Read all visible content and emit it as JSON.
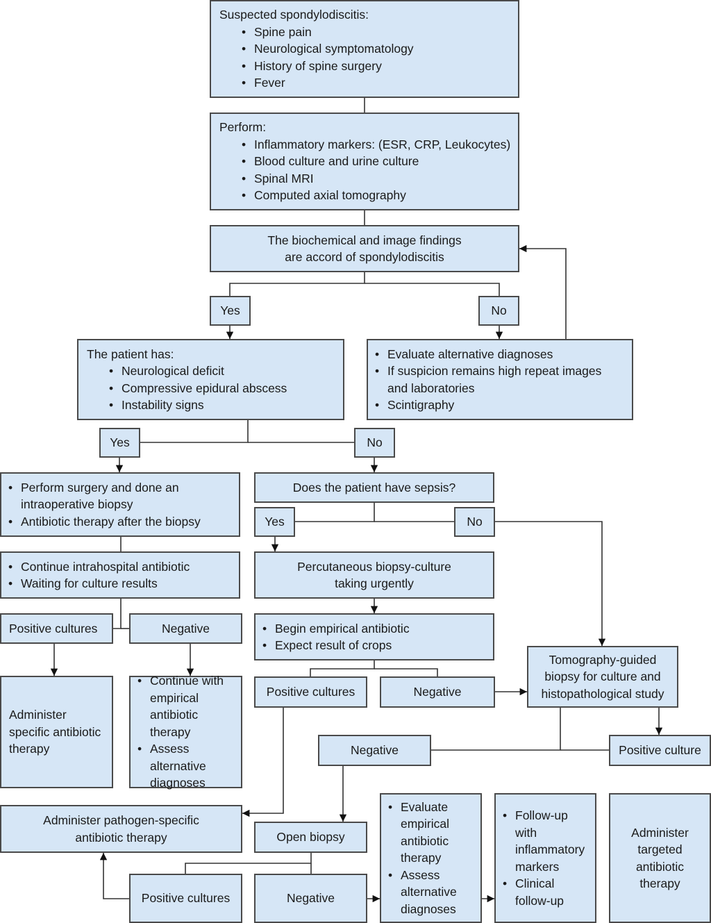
{
  "colors": {
    "box_fill": "#d6e6f6",
    "box_border": "#4a4a4a",
    "line": "#333333"
  },
  "nodes": {
    "suspected": {
      "title": "Suspected spondylodiscitis:",
      "items": [
        "Spine pain",
        "Neurological symptomatology",
        "History of spine surgery",
        "Fever"
      ]
    },
    "perform": {
      "title": "Perform:",
      "items": [
        "Inflammatory markers: (ESR, CRP, Leukocytes)",
        "Blood culture and urine culture",
        "Spinal MRI",
        "Computed axial tomography"
      ]
    },
    "findings": {
      "lines": [
        "The biochemical and image findings",
        "are accord of spondylodiscitis"
      ]
    },
    "yes1": "Yes",
    "no1": "No",
    "patient_has": {
      "title": "The patient has:",
      "items": [
        "Neurological deficit",
        "Compressive epidural abscess",
        "Instability signs"
      ]
    },
    "alt_diag": {
      "items": [
        "Evaluate alternative diagnoses",
        "If suspicion remains high repeat images and laboratories",
        "Scintigraphy"
      ]
    },
    "yes2": "Yes",
    "no2": "No",
    "surgery": {
      "items": [
        "Perform surgery and done an intraoperative biopsy",
        "Antibiotic therapy after the biopsy"
      ]
    },
    "sepsis_q": "Does the patient have sepsis?",
    "yes3": "Yes",
    "no3": "No",
    "continue_intra": {
      "items": [
        "Continue intrahospital antibiotic",
        "Waiting for culture results"
      ]
    },
    "percutaneous": {
      "lines": [
        "Percutaneous biopsy-culture",
        "taking urgently"
      ]
    },
    "pos_cultures_1": "Positive cultures",
    "neg_1": "Negative",
    "empirical": {
      "items": [
        "Begin empirical antibiotic",
        "Expect result of crops"
      ]
    },
    "specific_abx": {
      "text": "Administer specific antibiotic therapy"
    },
    "continue_empirical": {
      "items": [
        "Continue with empirical antibiotic therapy",
        "Assess alternative diagnoses"
      ]
    },
    "pos_cultures_2": "Positive cultures",
    "neg_2": "Negative",
    "tomography": {
      "lines": [
        "Tomography-guided",
        "biopsy for culture and",
        "histopathological study"
      ]
    },
    "neg_3": "Negative",
    "pos_culture_3": "Positive culture",
    "pathogen_abx": {
      "lines": [
        "Administer pathogen-specific",
        "antibiotic therapy"
      ]
    },
    "open_biopsy": "Open biopsy",
    "eval_empirical": {
      "items": [
        "Evaluate empirical antibiotic therapy",
        "Assess alternative diagnoses"
      ]
    },
    "followup": {
      "items": [
        "Follow-up with inflammatory markers",
        "Clinical follow-up"
      ]
    },
    "targeted_abx": {
      "lines": [
        "Administer",
        "targeted",
        "antibiotic",
        "therapy"
      ]
    },
    "pos_cultures_4": "Positive cultures",
    "neg_4": "Negative"
  }
}
